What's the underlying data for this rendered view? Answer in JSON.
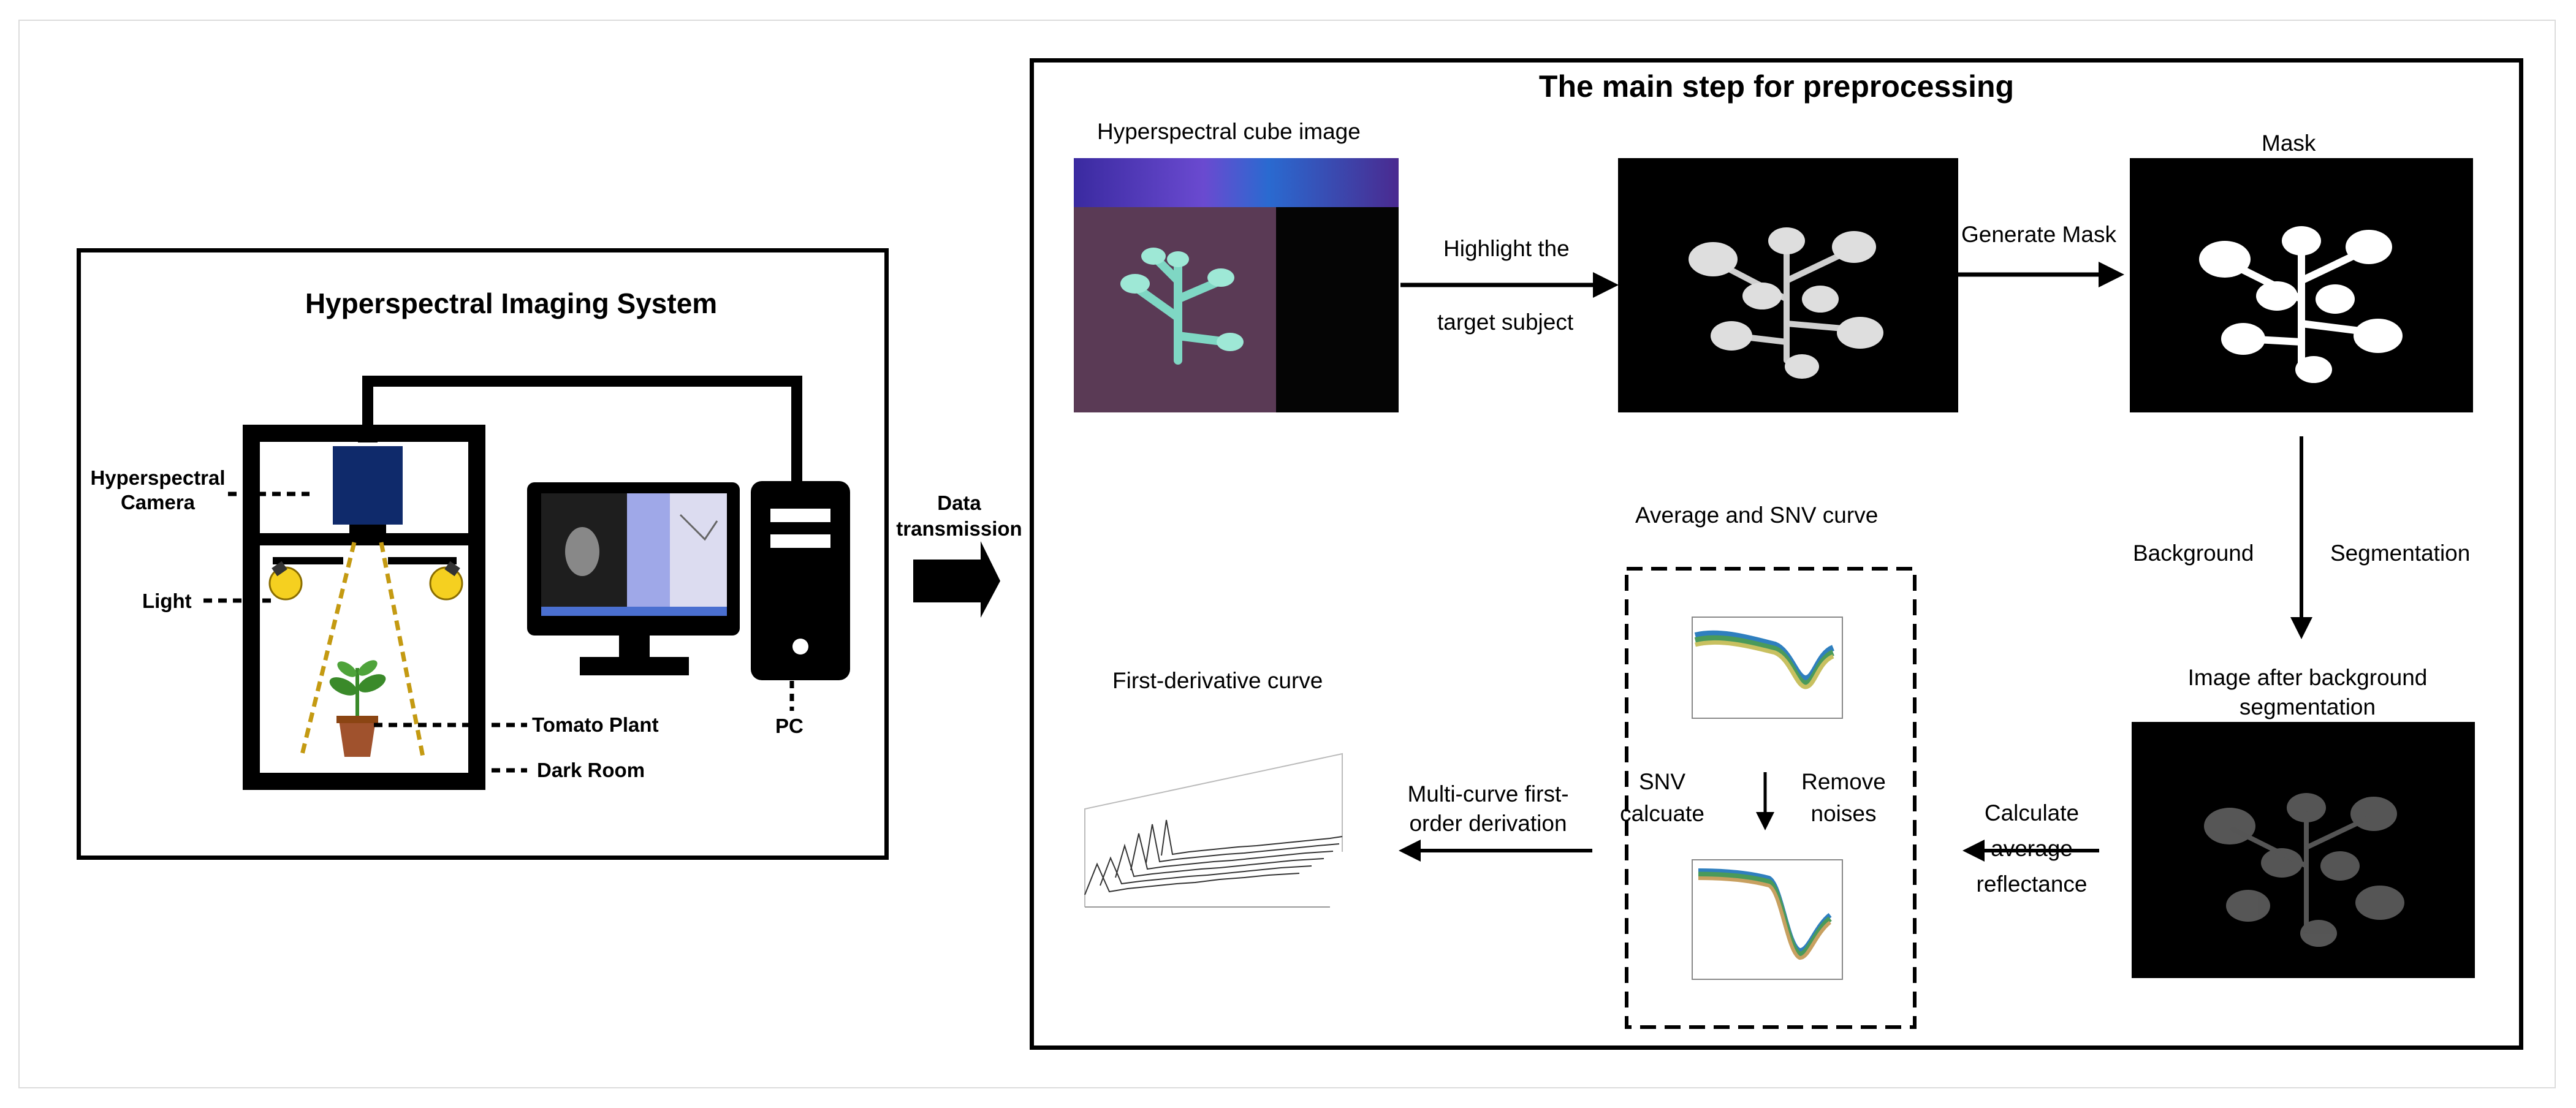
{
  "left_panel": {
    "title": "Hyperspectral Imaging System",
    "labels": {
      "camera_line1": "Hyperspectral",
      "camera_line2": "Camera",
      "light": "Light",
      "tomato_plant": "Tomato Plant",
      "dark_room": "Dark Room",
      "pc": "PC"
    }
  },
  "transfer": {
    "line1": "Data",
    "line2": "transmission"
  },
  "right_panel": {
    "title": "The main step for preprocessing",
    "cube_label": "Hyperspectral cube image",
    "highlight_line1": "Highlight the",
    "highlight_line2": "target subject",
    "generate_mask": "Generate Mask",
    "mask_label": "Mask",
    "background": "Background",
    "segmentation": "Segmentation",
    "after_seg_line1": "Image after background",
    "after_seg_line2": "segmentation",
    "calc_line1": "Calculate",
    "calc_line2": "average",
    "calc_line3": "reflectance",
    "avg_snv_label": "Average and SNV curve",
    "snv_line1": "SNV",
    "snv_line2": "calcuate",
    "remove_line1": "Remove",
    "remove_line2": "noises",
    "multi_line1": "Multi-curve first-",
    "multi_line2": "order derivation",
    "first_deriv_label": "First-derivative curve"
  },
  "colors": {
    "camera": "#0f2a6b",
    "beam": "#c49a12",
    "pot": "#a0522d",
    "leaf": "#3a8a2a",
    "bulb": "#f5d020",
    "curve_green": "#4a9a5a"
  }
}
